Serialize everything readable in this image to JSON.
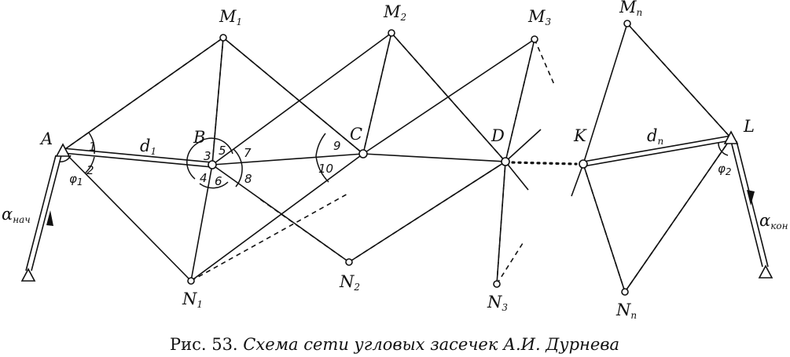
{
  "points": {
    "A": "A",
    "B": "B",
    "C": "C",
    "D": "D",
    "K": "K",
    "L": "L",
    "M1": {
      "main": "M",
      "sub": "1"
    },
    "M2": {
      "main": "M",
      "sub": "2"
    },
    "M3": {
      "main": "M",
      "sub": "3"
    },
    "Mn": {
      "main": "M",
      "sub": "n"
    },
    "N1": {
      "main": "N",
      "sub": "1"
    },
    "N2": {
      "main": "N",
      "sub": "2"
    },
    "N3": {
      "main": "N",
      "sub": "3"
    },
    "Nn": {
      "main": "N",
      "sub": "n"
    }
  },
  "distances": {
    "d1": {
      "main": "d",
      "sub": "1"
    },
    "dn": {
      "main": "d",
      "sub": "n"
    }
  },
  "angles": {
    "phi1": {
      "main": "φ",
      "sub": "1"
    },
    "phi2": {
      "main": "φ",
      "sub": "2"
    },
    "alpha_start": {
      "main": "α",
      "sub": "нач"
    },
    "alpha_end": {
      "main": "α",
      "sub": "кон"
    },
    "numbers": [
      "1",
      "2",
      "3",
      "4",
      "5",
      "6",
      "7",
      "8",
      "9",
      "10"
    ]
  },
  "caption": {
    "prefix": "Рис. 53.",
    "title": "Схема сети угловых засечек А.И. Дурнева"
  }
}
